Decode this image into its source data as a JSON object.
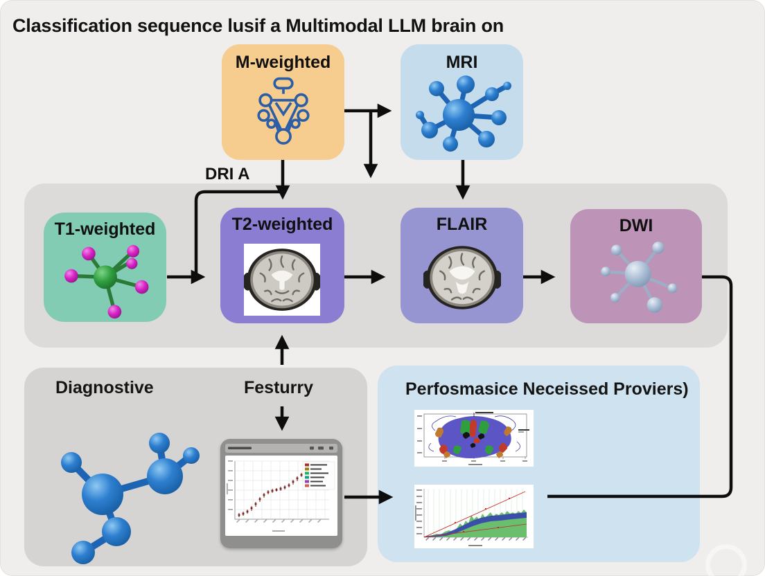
{
  "title": "Classification sequence lusif a Multimodal LLM brain on",
  "edge_label": "DRI A",
  "nodes": {
    "m_weighted": {
      "label": "M-weighted",
      "fill": "#f6cd8e",
      "icon": "network-schematic-icon"
    },
    "mri": {
      "label": "MRI",
      "fill": "#c5dcec",
      "icon": "molecule-3d-blue-icon"
    },
    "t1": {
      "label": "T1-weighted",
      "fill": "#82ccb4",
      "icon": "molecule-3d-green-magenta-icon"
    },
    "t2": {
      "label": "T2-weighted",
      "fill": "#8b7ed2",
      "icon": "brain-mri-axial-image"
    },
    "flair": {
      "label": "FLAIR",
      "fill": "#9695d2",
      "icon": "brain-mri-axial-image"
    },
    "dwi": {
      "label": "DWI",
      "fill": "#bd93b8",
      "icon": "molecule-3d-steelblue-icon"
    }
  },
  "sections": {
    "bottom_left": {
      "diagnostive": {
        "label": "Diagnostive",
        "icon": "molecule-3d-blue-large-icon"
      },
      "festurry": {
        "label": "Festurry",
        "icon": "scatter-chart-window"
      }
    },
    "bottom_right": {
      "label": "Perfosmasice Neceissed Proviers)",
      "figures": [
        "brain-segmentation-map-figure",
        "area-growth-chart-figure"
      ]
    }
  },
  "colors": {
    "background": "#efeeec",
    "middle_band": "#dcdbd9",
    "bottom_left_panel": "#d5d4d2",
    "bottom_right_panel": "#cfe2f0",
    "arrow": "#0d0d0d",
    "window_frame": "#8f8f8d"
  }
}
